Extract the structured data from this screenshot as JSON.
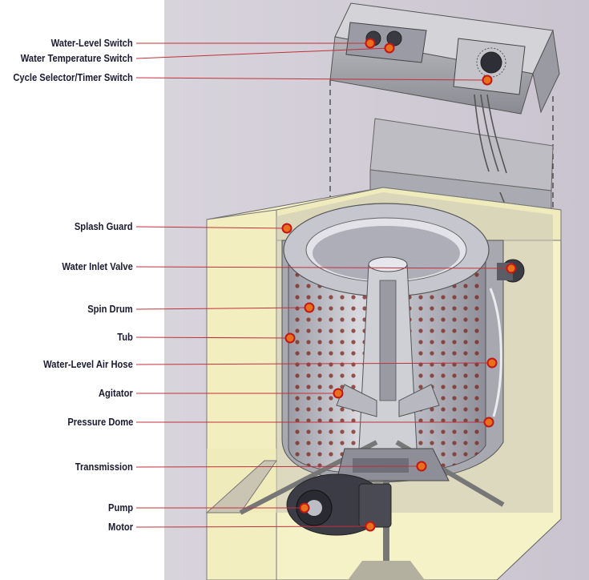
{
  "diagram": {
    "labels": [
      {
        "id": "water-level-switch",
        "text": "Water-Level Switch"
      },
      {
        "id": "water-temperature-switch",
        "text": "Water Temperature Switch"
      },
      {
        "id": "cycle-selector-timer-switch",
        "text": "Cycle Selector/Timer Switch"
      },
      {
        "id": "splash-guard",
        "text": "Splash Guard"
      },
      {
        "id": "water-inlet-valve",
        "text": "Water Inlet Valve"
      },
      {
        "id": "spin-drum",
        "text": "Spin Drum"
      },
      {
        "id": "tub",
        "text": "Tub"
      },
      {
        "id": "water-level-air-hose",
        "text": "Water-Level Air Hose"
      },
      {
        "id": "agitator",
        "text": "Agitator"
      },
      {
        "id": "pressure-dome",
        "text": "Pressure Dome"
      },
      {
        "id": "transmission",
        "text": "Transmission"
      },
      {
        "id": "pump",
        "text": "Pump"
      },
      {
        "id": "motor",
        "text": "Motor"
      }
    ],
    "colors": {
      "leader_line": "#c0303a",
      "marker_fill": "#e8701a",
      "marker_ring": "#c01818",
      "label_text": "#1a1a30",
      "cabinet": "#f6f2c8",
      "left_panel": "#ffffff",
      "drum_metal": "#b8b8c0",
      "drum_hole": "#7a2418"
    }
  }
}
